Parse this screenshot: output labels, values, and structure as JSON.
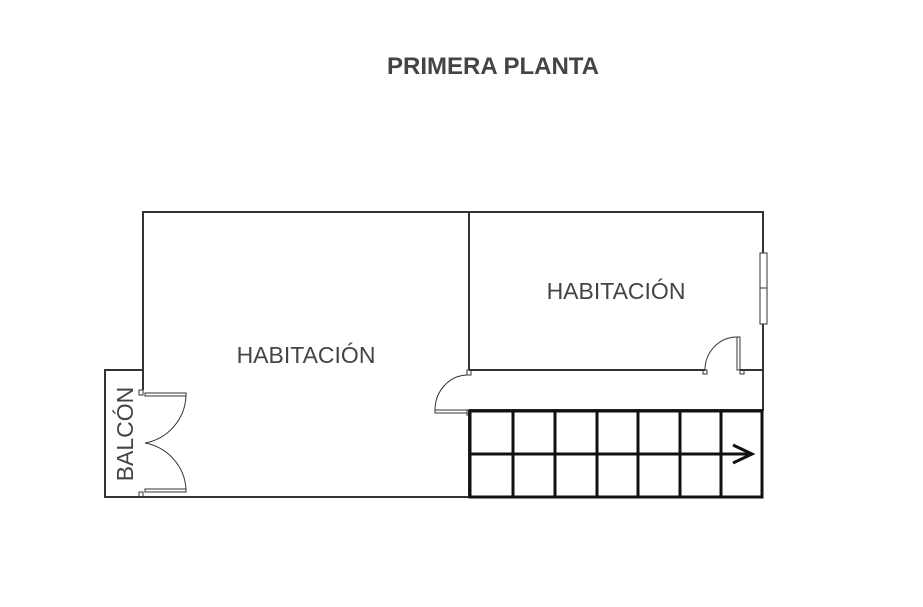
{
  "title": "PRIMERA PLANTA",
  "rooms": [
    {
      "label": "HABITACIÓN"
    },
    {
      "label": "HABITACIÓN"
    },
    {
      "label": "BALCÓN"
    }
  ],
  "colors": {
    "text": "#444444",
    "lines": "#333333"
  }
}
